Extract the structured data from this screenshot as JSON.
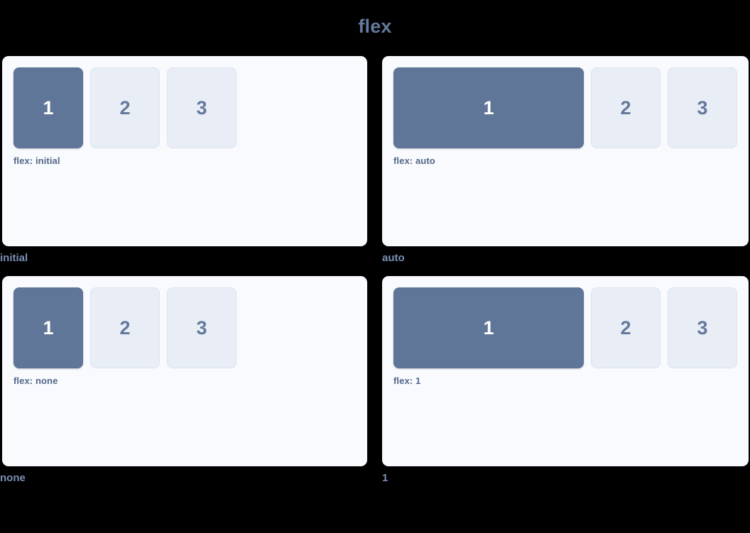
{
  "page": {
    "title": "flex",
    "background_color": "#000000",
    "title_color": "#64799c"
  },
  "theme": {
    "card_background": "#f8fafd",
    "item_active_background": "#607699",
    "item_active_text": "#ffffff",
    "item_plain_background": "#e8edf6",
    "item_plain_text": "#64799c",
    "note_color": "#54678a",
    "caption_color": "#7b8fb5"
  },
  "demos": [
    {
      "caption": "initial",
      "note": "flex: initial",
      "mode": "initial",
      "items": [
        {
          "label": "1",
          "variant": "primary"
        },
        {
          "label": "2",
          "variant": "plain"
        },
        {
          "label": "3",
          "variant": "plain"
        }
      ]
    },
    {
      "caption": "auto",
      "note": "flex: auto",
      "mode": "auto",
      "items": [
        {
          "label": "1",
          "variant": "primary"
        },
        {
          "label": "2",
          "variant": "plain"
        },
        {
          "label": "3",
          "variant": "plain"
        }
      ]
    },
    {
      "caption": "none",
      "note": "flex: none",
      "mode": "none",
      "items": [
        {
          "label": "1",
          "variant": "primary"
        },
        {
          "label": "2",
          "variant": "plain"
        },
        {
          "label": "3",
          "variant": "plain"
        }
      ]
    },
    {
      "caption": "1",
      "note": "flex: 1",
      "mode": "one",
      "items": [
        {
          "label": "1",
          "variant": "primary"
        },
        {
          "label": "2",
          "variant": "plain"
        },
        {
          "label": "3",
          "variant": "plain"
        }
      ]
    }
  ]
}
